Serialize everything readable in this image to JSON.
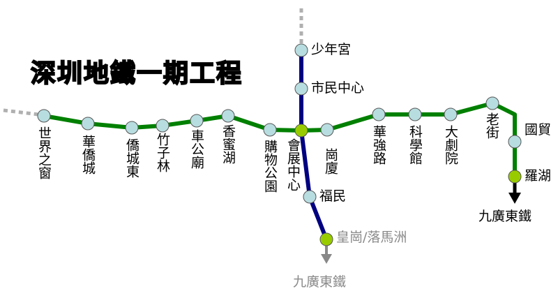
{
  "title": "深圳地鐵一期工程",
  "colors": {
    "line1": "#008000",
    "line4": "#000080",
    "station": "#b8dde0",
    "interchange": "#99cc00",
    "future": "#b0b0b0"
  },
  "line1_stations": [
    "世界之窗",
    "華僑城",
    "僑城東",
    "竹子林",
    "車公廟",
    "香蜜湖",
    "購物公園",
    "會展中心",
    "崗廈",
    "華強路",
    "科學館",
    "大劇院",
    "老街",
    "國貿",
    "羅湖"
  ],
  "line4_stations": [
    "少年宮",
    "市民中心",
    "福民",
    "皇崗/落馬洲"
  ],
  "connections": {
    "luohu_connection": "九廣東鐵",
    "huanggang_connection": "九廣東鐵"
  }
}
